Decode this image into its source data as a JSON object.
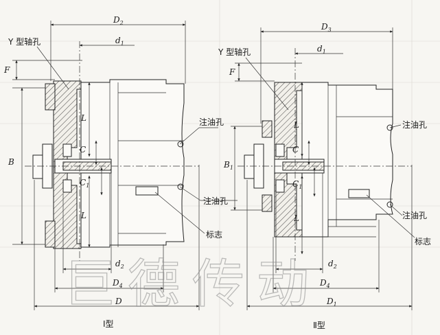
{
  "labels": {
    "d2_top": "D",
    "d2_top_sub": "2",
    "d3_top": "D",
    "d3_top_sub": "3",
    "d1": "d",
    "d1_sub": "1",
    "d1b": "d",
    "d1b_sub": "1",
    "y_hole_left": "Y 型轴孔",
    "y_hole_right": "Y 型轴孔",
    "f_left": "F",
    "f_right": "F",
    "l_up_left": "L",
    "l_dn_left": "L",
    "c_left": "C",
    "c1_left": "C",
    "c1_left_sub": "1",
    "b_left": "B",
    "l_up_right": "L",
    "l_dn_right": "L",
    "c_right": "C",
    "c1_right": "C",
    "c1_right_sub": "1",
    "b1_right": "B",
    "b1_right_sub": "1",
    "oil_left_top": "注油孔",
    "oil_left_bottom": "注油孔",
    "oil_right_top": "注油孔",
    "oil_right_bottom": "注油孔",
    "mark_left": "标志",
    "mark_right": "标志",
    "d2_bottom_left": "d",
    "d2_bottom_left_sub": "2",
    "d4_left": "D",
    "d4_left_sub": "4",
    "d_left": "D",
    "d2_bottom_right": "d",
    "d2_bottom_right_sub": "2",
    "d4_right": "D",
    "d4_right_sub": "4",
    "d1_bottom_right": "D",
    "d1_bottom_right_sub": "1",
    "type_left": "Ⅰ型",
    "type_right": "Ⅱ型"
  },
  "watermark": "巨德传动",
  "colors": {
    "line": "#222222",
    "paper": "#f7f6f2",
    "watermark": "#8a8a8a"
  }
}
